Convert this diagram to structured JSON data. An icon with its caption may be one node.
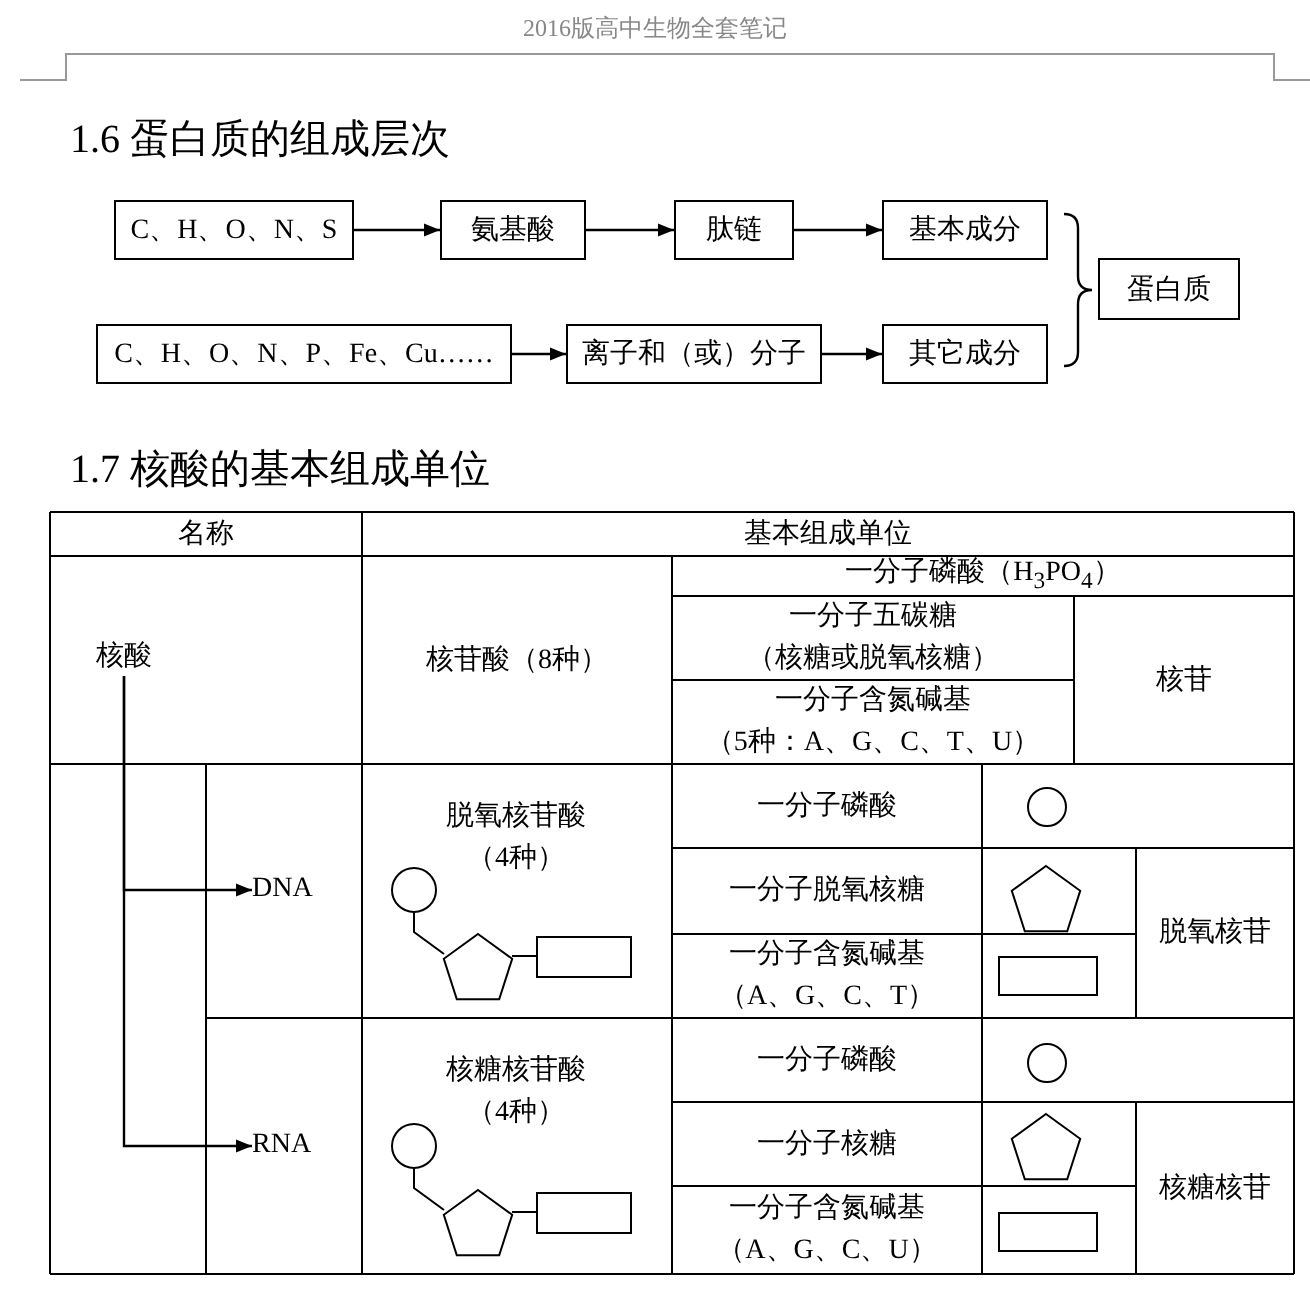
{
  "diagram": {
    "title": "1.6 蛋白质的组成层次",
    "nodes": [
      {
        "text": [
          "C、H、O、N、S"
        ]
      },
      {
        "text": [
          "氨基酸"
        ]
      },
      {
        "text": [
          "肽链"
        ]
      },
      {
        "text": [
          "基本成分"
        ]
      },
      {
        "text": [
          "蛋白质"
        ]
      },
      {
        "text": [
          "C、H、O、N、P、Fe、Cu……"
        ]
      },
      {
        "text": [
          "离子和（或）分子"
        ]
      },
      {
        "text": [
          "其它成分"
        ]
      },
      {
        "text": [
          "核酸"
        ]
      },
      {
        "text": [
          "DNA"
        ]
      },
      {
        "text": [
          "RNA"
        ]
      }
    ],
    "edges": [
      {
        "from": 0,
        "to": 1,
        "arrow": "to"
      },
      {
        "from": 1,
        "to": 2,
        "arrow": "to"
      },
      {
        "from": 2,
        "to": 3,
        "arrow": "to"
      },
      {
        "from": 5,
        "to": 6,
        "arrow": "to"
      },
      {
        "from": 6,
        "to": 7,
        "arrow": "to"
      },
      {
        "from": 8,
        "to": 9,
        "arrow": "to"
      },
      {
        "from": 8,
        "to": 10,
        "arrow": "to"
      }
    ],
    "labels": [
      "2016版高中生物全套笔记",
      "1.7 核酸的基本组成单位",
      "名称",
      "基本组成单位",
      "核苷酸（8种）",
      "一分子磷酸（H$_{3}$PO$_{4}$）",
      "一分子五碳糖（核糖或脱氧核糖）",
      "核苷",
      "一分子含氮碱基（5种：A、G、C、T、U）",
      "脱氧核苷酸（4种）",
      "一分子磷酸",
      "一分子脱氧核糖",
      "脱氧核苷",
      "一分子含氮碱基（A、G、C、T）",
      "核糖核苷酸（4种）",
      "一分子磷酸",
      "一分子核糖",
      "核糖核苷",
      "一分子含氮碱基（A、G、C、U）"
    ]
  }
}
